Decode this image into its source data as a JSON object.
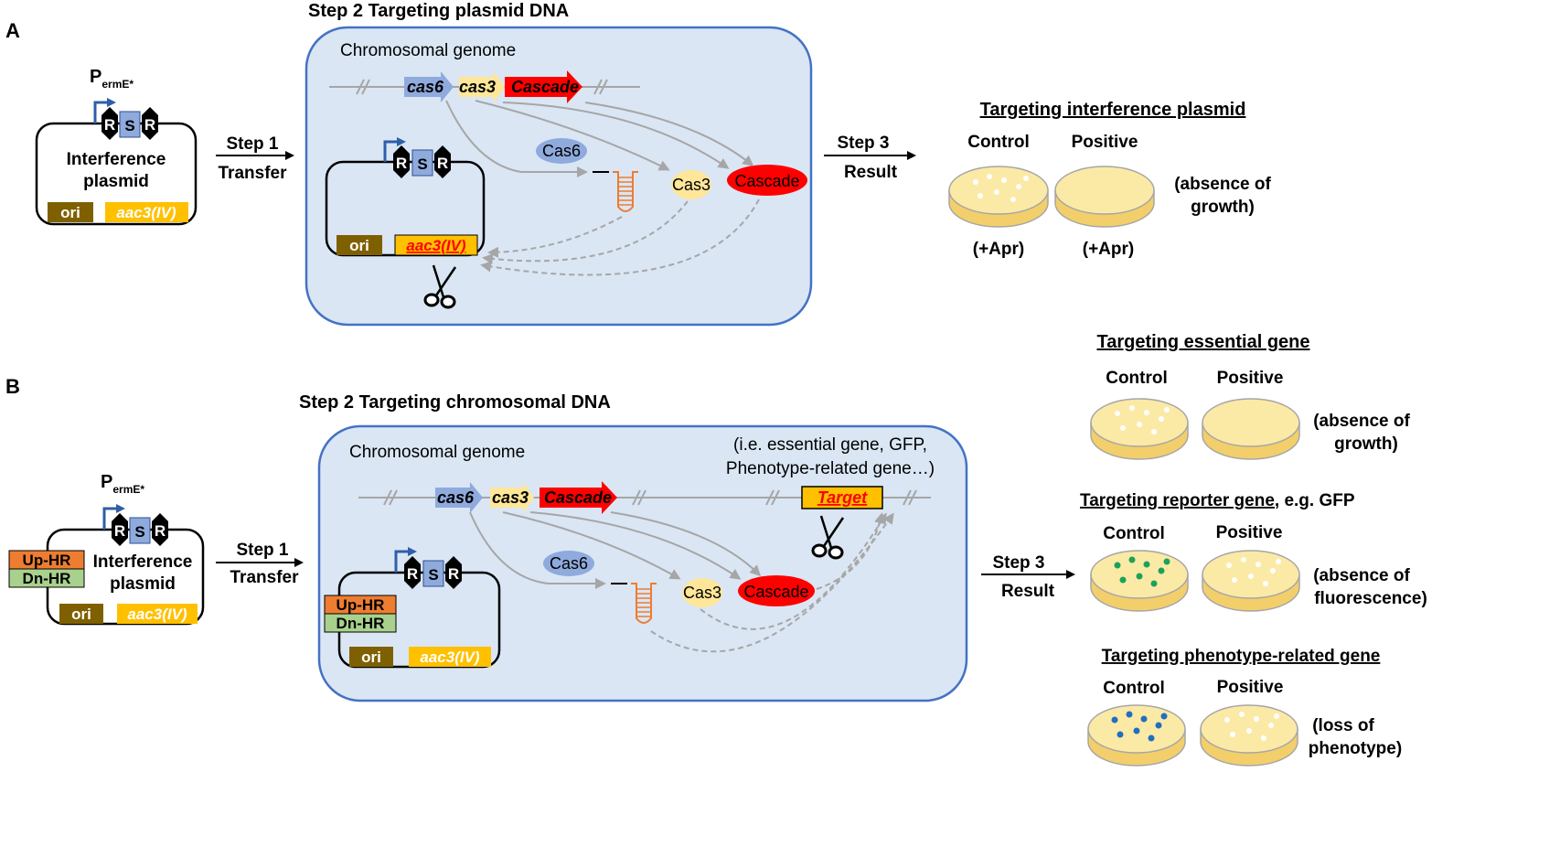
{
  "panels": {
    "a": {
      "letter": "A",
      "step2_title": "Step 2 Targeting plasmid DNA",
      "chromosome_label": "Chromosomal genome",
      "promoter_main": "P",
      "promoter_sub": "ermE*",
      "plasmid_line1": "Interference",
      "plasmid_line2": "plasmid",
      "ori": "ori",
      "marker": "aac3(IV)",
      "r": "R",
      "s": "S",
      "step1": "Step 1",
      "transfer": "Transfer",
      "step3": "Step 3",
      "result": "Result",
      "genes": {
        "cas6": "cas6",
        "cas3": "cas3",
        "cascade": "Cascade"
      },
      "proteins": {
        "cas6": "Cas6",
        "cas3": "Cas3",
        "cascade": "Cascade"
      },
      "result_title": "Targeting interference plasmid",
      "control": "Control",
      "positive": "Positive",
      "apr_control": "(+Apr)",
      "apr_positive": "(+Apr)",
      "note_line1": "(absence of",
      "note_line2": "growth)"
    },
    "b": {
      "letter": "B",
      "step2_title": "Step 2 Targeting chromosomal DNA",
      "chromosome_label": "Chromosomal genome",
      "target_note_line1": "(i.e. essential gene, GFP,",
      "target_note_line2": "Phenotype-related gene…)",
      "target": "Target",
      "promoter_main": "P",
      "promoter_sub": "ermE*",
      "plasmid_line1": "Interference",
      "plasmid_line2": "plasmid",
      "up_hr": "Up-HR",
      "dn_hr": "Dn-HR",
      "ori": "ori",
      "marker": "aac3(IV)",
      "r": "R",
      "s": "S",
      "step1": "Step 1",
      "transfer": "Transfer",
      "step3": "Step 3",
      "result": "Result",
      "genes": {
        "cas6": "cas6",
        "cas3": "cas3",
        "cascade": "Cascade"
      },
      "proteins": {
        "cas6": "Cas6",
        "cas3": "Cas3",
        "cascade": "Cascade"
      },
      "results": [
        {
          "title": "Targeting essential gene",
          "control": "Control",
          "positive": "Positive",
          "note_line1": "(absence of",
          "note_line2": "growth)"
        },
        {
          "title_underlined": "Targeting reporter gene",
          "title_rest": ", e.g. GFP",
          "control": "Control",
          "positive": "Positive",
          "note_line1": "(absence of",
          "note_line2": "fluorescence)"
        },
        {
          "title": "Targeting phenotype-related gene",
          "control": "Control",
          "positive": "Positive",
          "note_line1": "(loss of",
          "note_line2": "phenotype)"
        }
      ]
    }
  },
  "colors": {
    "cell_fill": "#dae6f4",
    "cell_border": "#4472c4",
    "promoter": "#2e5fa8",
    "s_box": "#8faadc",
    "ori": "#7f6000",
    "marker": "#ffc000",
    "cascade_red": "#ff0000",
    "cas3_yellow": "#ffe699",
    "cas6_blue": "#8faadc",
    "crrna": "#ed7d31",
    "up_hr": "#ed7d31",
    "dn_hr": "#a9d18e",
    "plate_agar": "#fbe9a6",
    "plate_rim": "#f2cf6b",
    "gfp_colony": "#19a35a",
    "blue_colony": "#1f6fc0",
    "arrow_grey": "#a6a6a6"
  }
}
